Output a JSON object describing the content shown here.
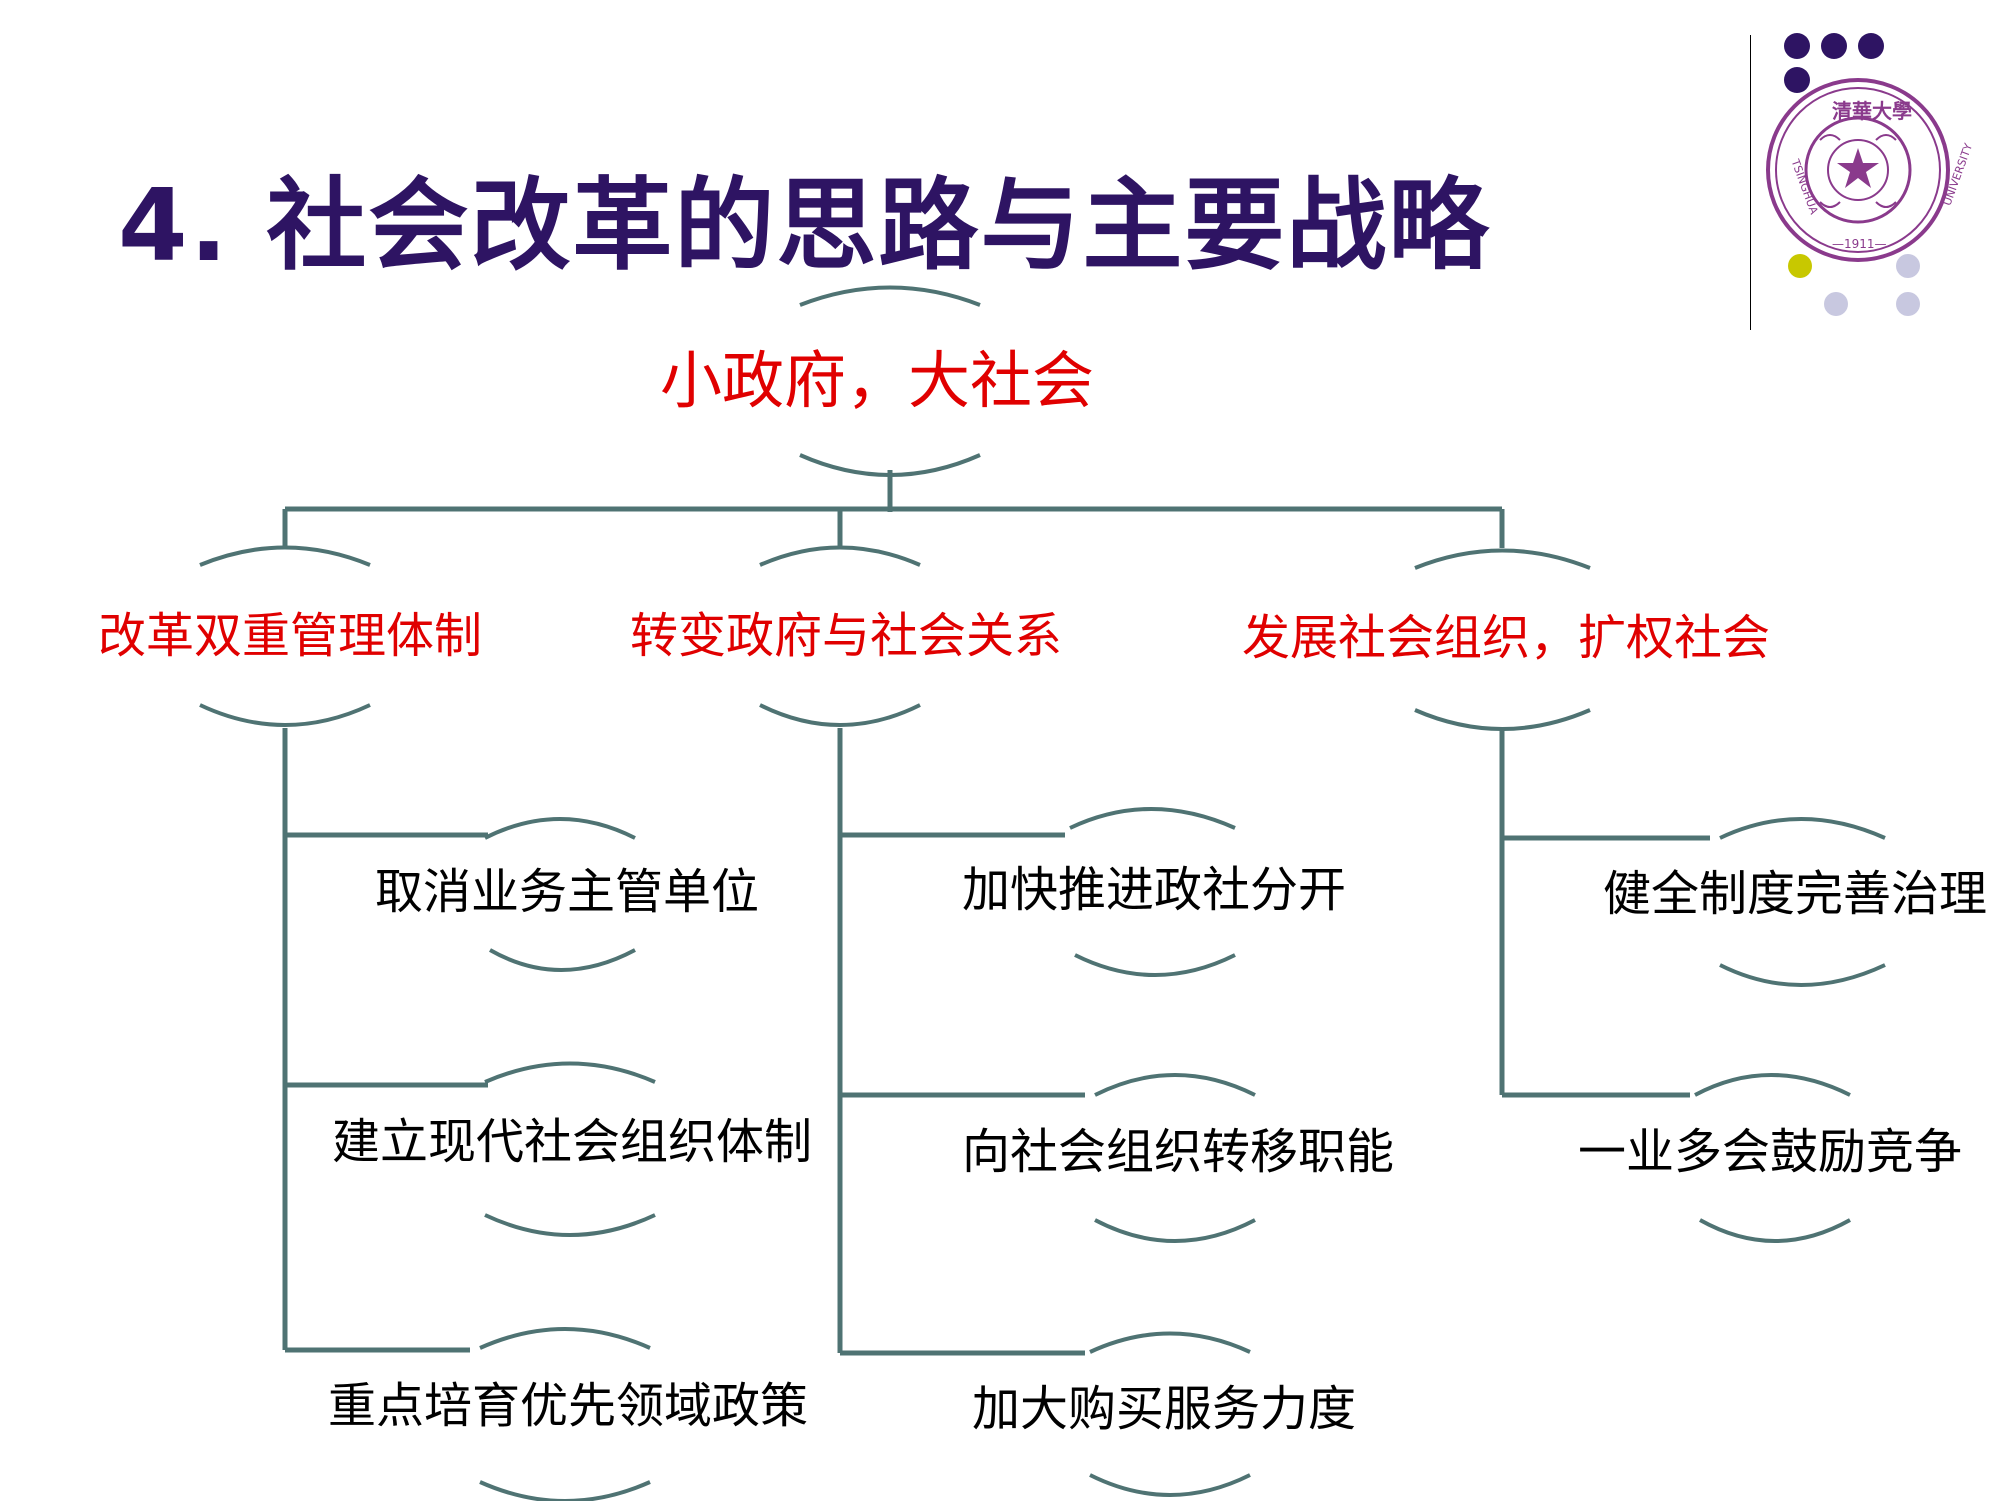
{
  "title": "4. 社会改革的思路与主要战略",
  "root": {
    "label": "小政府，大社会"
  },
  "branches": [
    {
      "label": "改革双重管理体制",
      "children": [
        "取消业务主管单位",
        "建立现代社会组织体制",
        "重点培育优先领域政策"
      ]
    },
    {
      "label": "转变政府与社会关系",
      "children": [
        "加快推进政社分开",
        "向社会组织转移职能",
        "加大购买服务力度"
      ]
    },
    {
      "label": "发展社会组织，扩权社会",
      "children": [
        "健全制度完善治理",
        "一业多会鼓励竞争"
      ]
    }
  ],
  "logo": {
    "top_text": "清華大學",
    "bottom_text": "TSINGHUA UNIVERSITY",
    "year": "1911",
    "dot_colors": [
      "#2e1463",
      "#c8c800",
      "#c8c8e0"
    ]
  },
  "colors": {
    "title": "#2e1463",
    "root_text": "#e00000",
    "branch_text": "#e00000",
    "leaf_text": "#000000",
    "connector": "#4f7373",
    "seal": "#8a3a8c"
  }
}
